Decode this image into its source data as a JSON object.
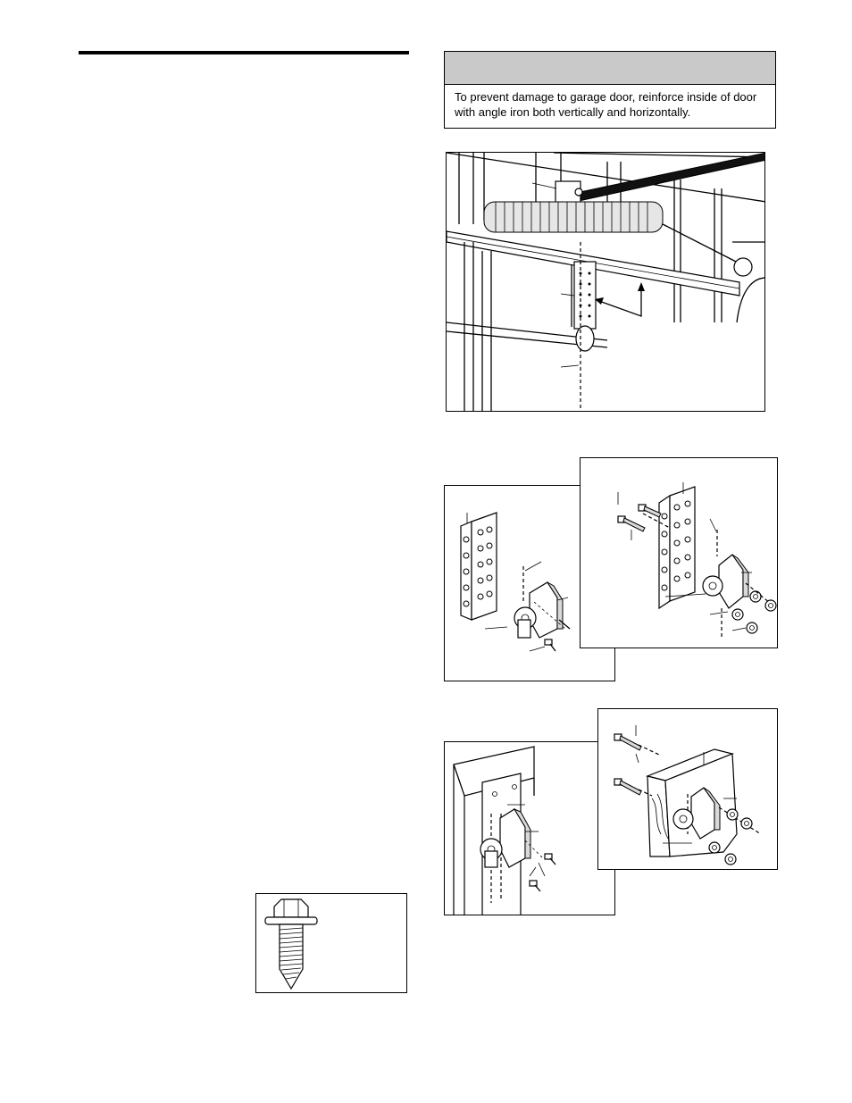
{
  "page": {
    "notice": {
      "header": "",
      "text": "To prevent damage to garage door, reinforce inside of door with angle iron both vertically and horizontally."
    },
    "figures": [
      {
        "id": "door-reinforcement",
        "icon": "garage-door-angle-iron-illustration"
      },
      {
        "id": "bracket-angle-iron-left",
        "icon": "door-bracket-on-angle-iron-illustration"
      },
      {
        "id": "bracket-angle-iron-right",
        "icon": "door-bracket-with-lag-screws-illustration"
      },
      {
        "id": "bracket-wood-door-left",
        "icon": "door-bracket-on-wood-door-illustration"
      },
      {
        "id": "bracket-wood-door-right",
        "icon": "door-bracket-bolted-through-door-illustration"
      },
      {
        "id": "lag-screw",
        "icon": "hex-head-lag-screw-illustration"
      }
    ]
  }
}
